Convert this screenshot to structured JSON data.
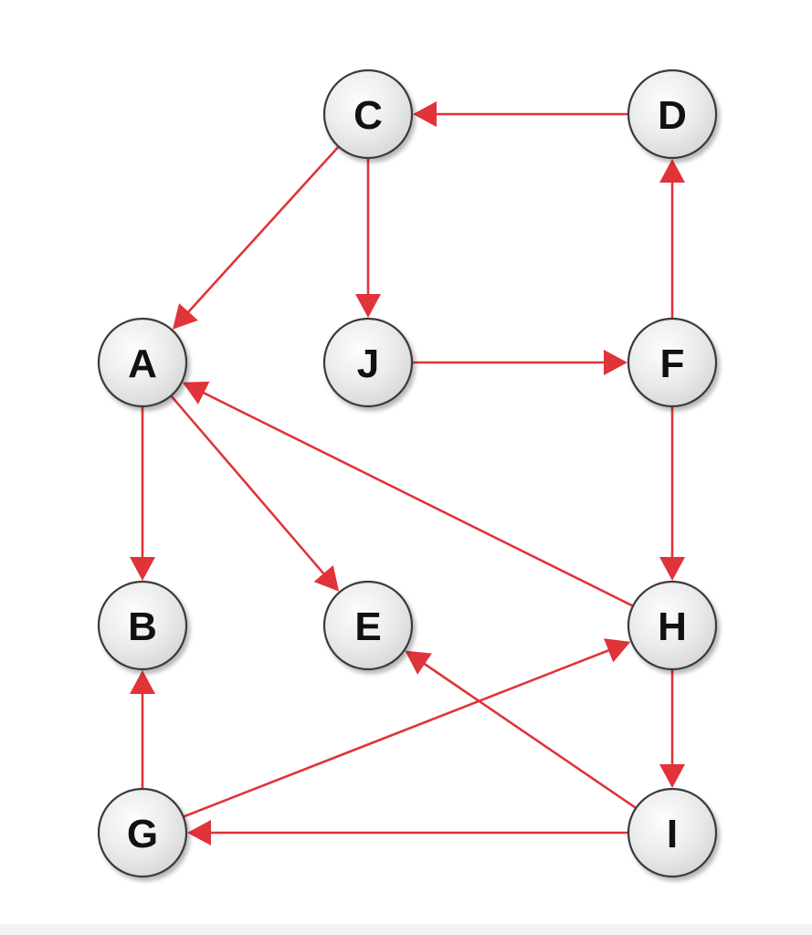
{
  "graph": {
    "edge_color": "#e0343a",
    "node_fill_light": "#fdfdfd",
    "node_fill_dark": "#d6d6d6",
    "nodes": [
      {
        "id": "C",
        "label": "C"
      },
      {
        "id": "D",
        "label": "D"
      },
      {
        "id": "A",
        "label": "A"
      },
      {
        "id": "J",
        "label": "J"
      },
      {
        "id": "F",
        "label": "F"
      },
      {
        "id": "B",
        "label": "B"
      },
      {
        "id": "E",
        "label": "E"
      },
      {
        "id": "H",
        "label": "H"
      },
      {
        "id": "G",
        "label": "G"
      },
      {
        "id": "I",
        "label": "I"
      }
    ],
    "edges": [
      {
        "from": "D",
        "to": "C"
      },
      {
        "from": "C",
        "to": "A"
      },
      {
        "from": "C",
        "to": "J"
      },
      {
        "from": "J",
        "to": "F"
      },
      {
        "from": "F",
        "to": "D"
      },
      {
        "from": "F",
        "to": "H"
      },
      {
        "from": "A",
        "to": "B"
      },
      {
        "from": "A",
        "to": "E"
      },
      {
        "from": "H",
        "to": "A"
      },
      {
        "from": "G",
        "to": "B"
      },
      {
        "from": "G",
        "to": "H"
      },
      {
        "from": "H",
        "to": "I"
      },
      {
        "from": "I",
        "to": "E"
      },
      {
        "from": "I",
        "to": "G"
      }
    ]
  }
}
